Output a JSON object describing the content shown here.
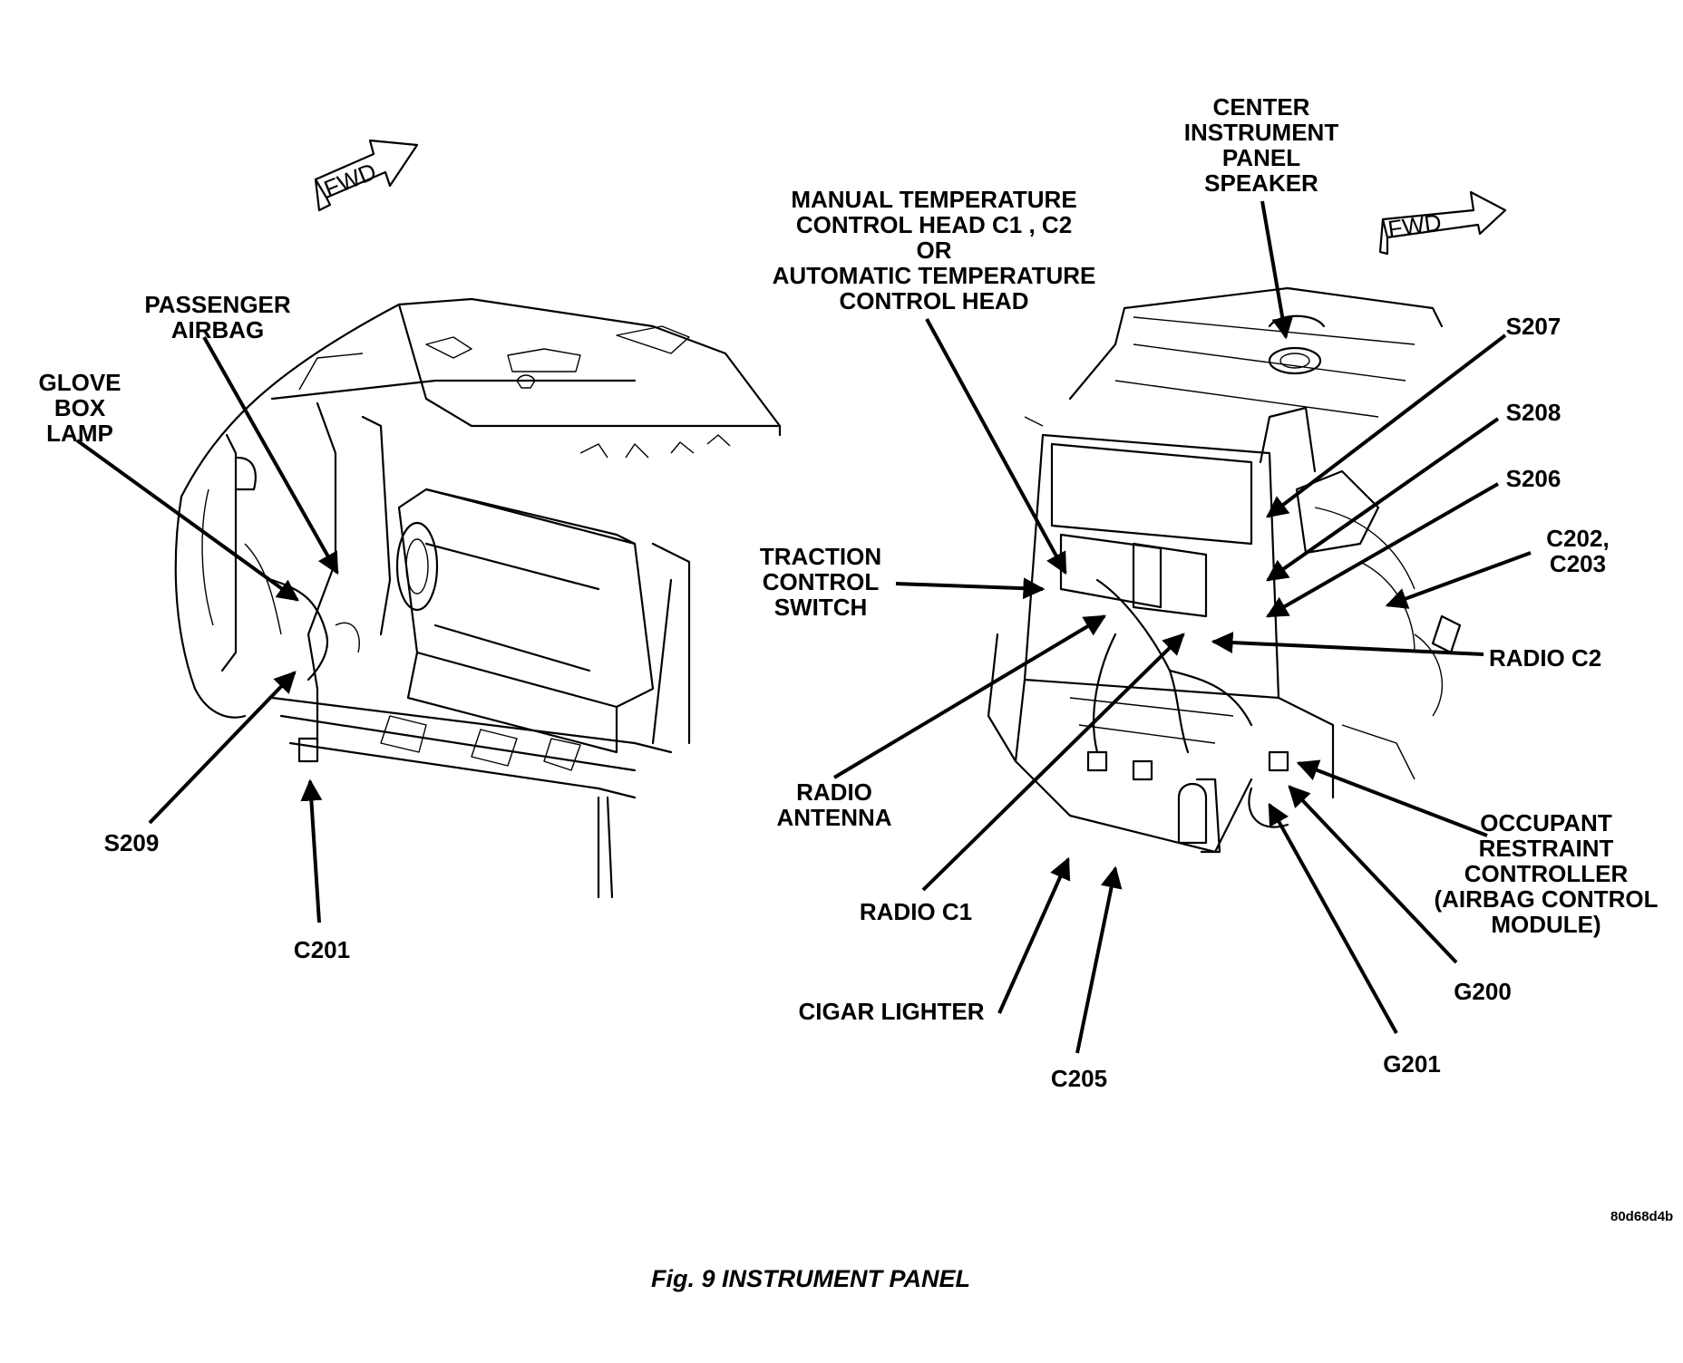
{
  "figure": {
    "caption": "Fig. 9 INSTRUMENT PANEL",
    "image_code": "80d68d4b"
  },
  "direction_arrows": [
    {
      "label": "FWD"
    },
    {
      "label": "FWD"
    }
  ],
  "callouts": {
    "passenger_airbag": "PASSENGER\nAIRBAG",
    "glove_box_lamp": "GLOVE\nBOX\nLAMP",
    "s209": "S209",
    "c201": "C201",
    "center_speaker": "CENTER\nINSTRUMENT\nPANEL\nSPEAKER",
    "temp_control": "MANUAL TEMPERATURE\nCONTROL HEAD C1 , C2\nOR\nAUTOMATIC TEMPERATURE\nCONTROL HEAD",
    "s207": "S207",
    "s208": "S208",
    "s206": "S206",
    "c202_c203": "C202,\nC203",
    "traction_control": "TRACTION\nCONTROL\nSWITCH",
    "radio_c2": "RADIO C2",
    "radio_antenna": "RADIO\nANTENNA",
    "radio_c1": "RADIO C1",
    "occupant_restraint": "OCCUPANT\nRESTRAINT\nCONTROLLER\n(AIRBAG CONTROL\nMODULE)",
    "cigar_lighter": "CIGAR LIGHTER",
    "g200": "G200",
    "g201": "G201",
    "c205": "C205"
  }
}
